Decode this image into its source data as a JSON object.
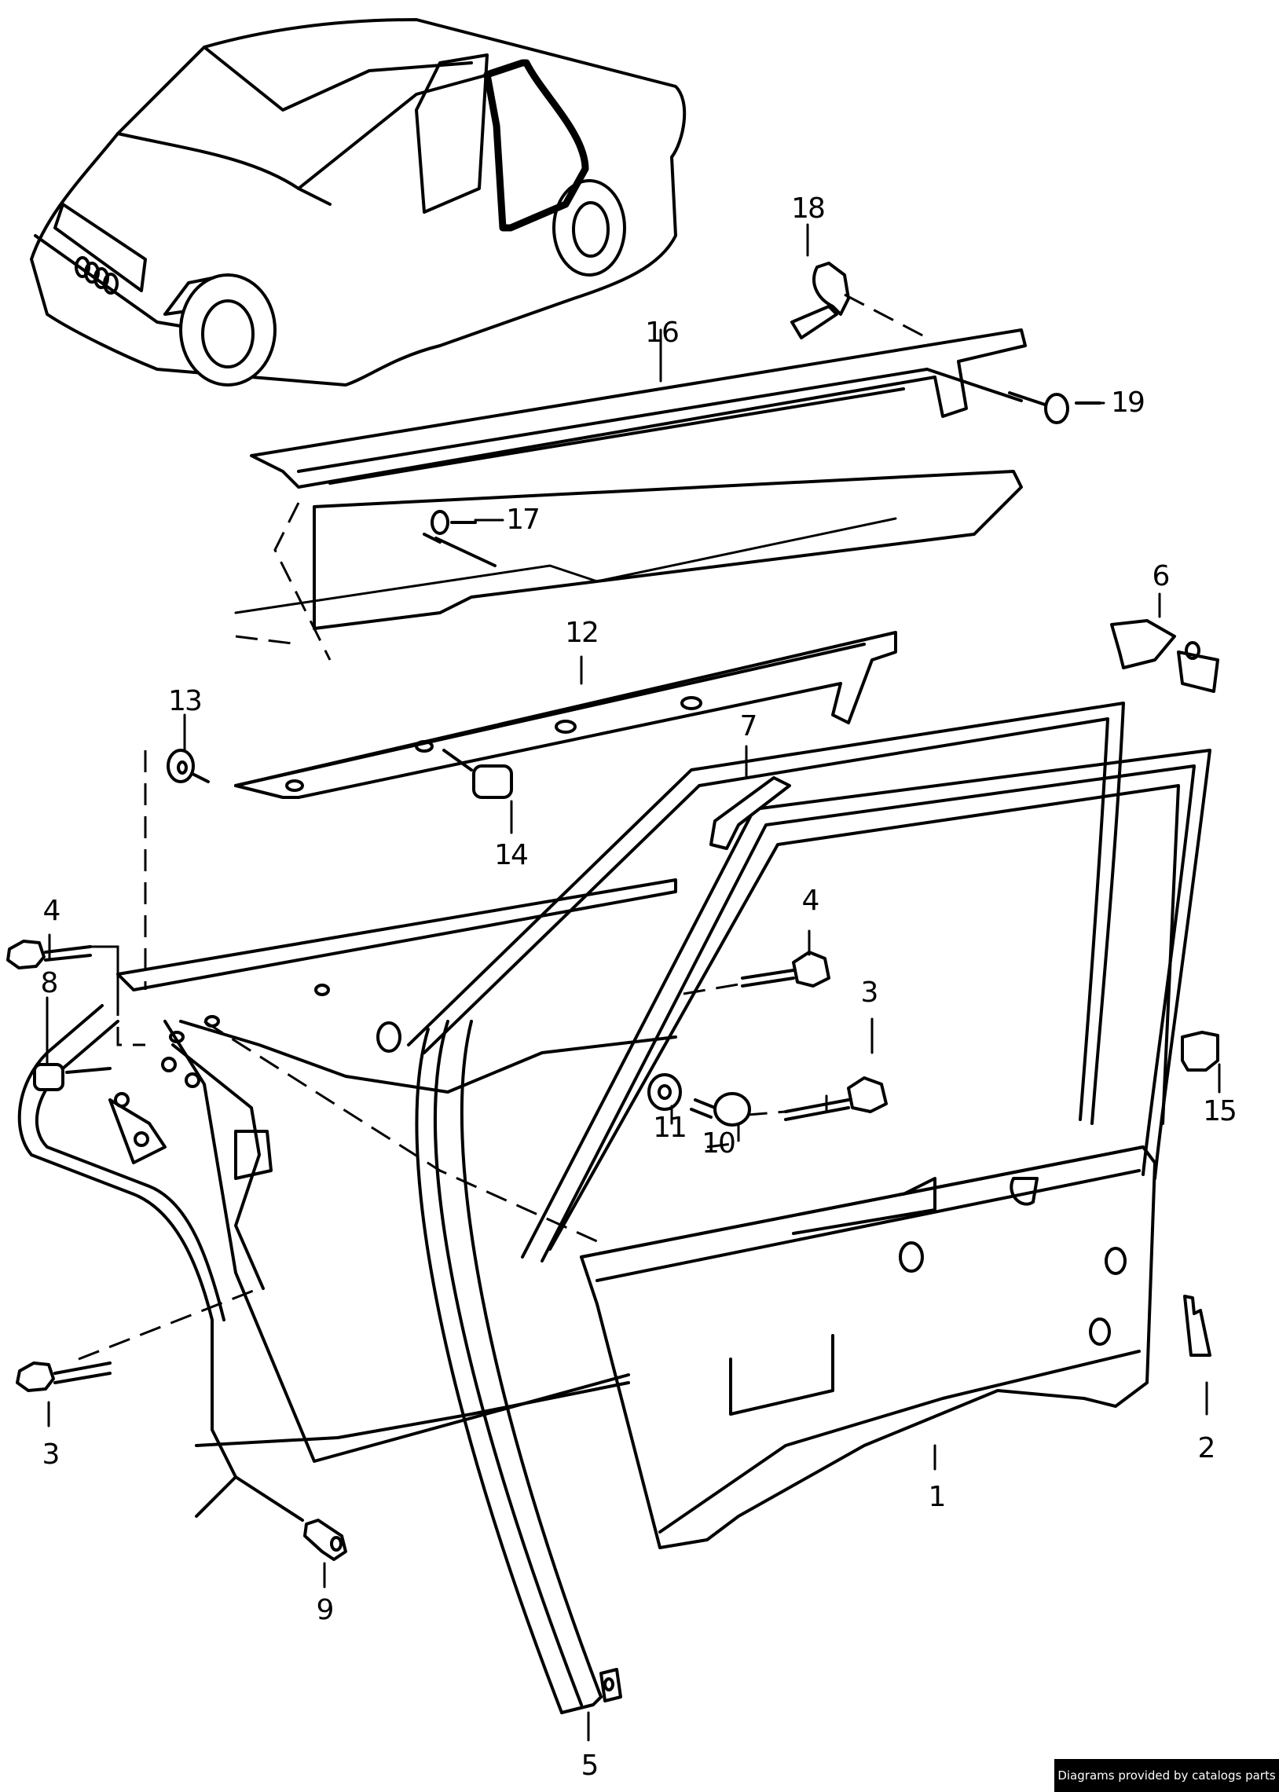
{
  "diagram": {
    "title": "Rear door shell exploded parts diagram",
    "overview_illustration": "sedan-with-rear-door-highlighted",
    "callouts": [
      {
        "id": "c1",
        "label": "1"
      },
      {
        "id": "c2",
        "label": "2"
      },
      {
        "id": "c3a",
        "label": "3"
      },
      {
        "id": "c3b",
        "label": "3"
      },
      {
        "id": "c4a",
        "label": "4"
      },
      {
        "id": "c4b",
        "label": "4"
      },
      {
        "id": "c5",
        "label": "5"
      },
      {
        "id": "c6",
        "label": "6"
      },
      {
        "id": "c7",
        "label": "7"
      },
      {
        "id": "c8",
        "label": "8"
      },
      {
        "id": "c9",
        "label": "9"
      },
      {
        "id": "c10",
        "label": "10"
      },
      {
        "id": "c11",
        "label": "11"
      },
      {
        "id": "c12",
        "label": "12"
      },
      {
        "id": "c13",
        "label": "13"
      },
      {
        "id": "c14",
        "label": "14"
      },
      {
        "id": "c15",
        "label": "15"
      },
      {
        "id": "c16",
        "label": "16"
      },
      {
        "id": "c17",
        "label": "17"
      },
      {
        "id": "c18",
        "label": "18"
      },
      {
        "id": "c19",
        "label": "19"
      }
    ]
  },
  "footer": {
    "credit": "Diagrams provided by catalogs parts"
  }
}
